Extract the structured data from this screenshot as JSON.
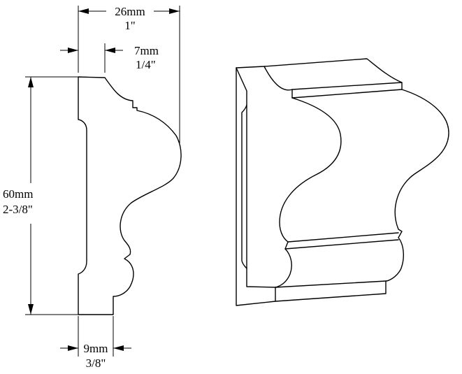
{
  "dimensions": {
    "overall_depth": {
      "metric": "26mm",
      "imperial": "1\""
    },
    "top_step": {
      "metric": "7mm",
      "imperial": "1/4\""
    },
    "height": {
      "metric": "60mm",
      "imperial": "2-3/8\""
    },
    "bottom_step": {
      "metric": "9mm",
      "imperial": "3/8\""
    }
  },
  "colors": {
    "line": "#000000",
    "background": "#ffffff"
  }
}
